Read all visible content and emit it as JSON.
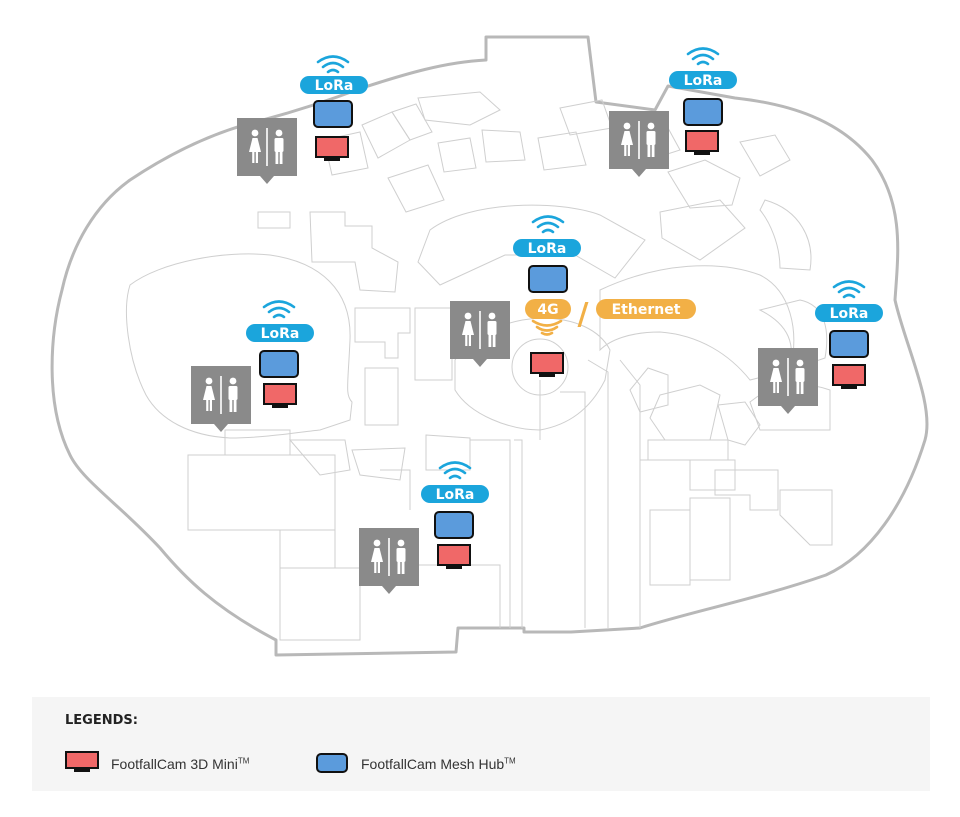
{
  "labels": {
    "lora": "LoRa",
    "g4": "4G",
    "slash": "/",
    "ethernet": "Ethernet"
  },
  "legend": {
    "title": "LEGENDS:",
    "items": [
      {
        "name": "FootfallCam 3D Mini",
        "mark": "TM",
        "color": "#f06868",
        "icon": "3d-mini-icon"
      },
      {
        "name": "FootfallCam Mesh Hub",
        "mark": "TM",
        "color": "#5b9bdc",
        "icon": "mesh-hub-icon"
      }
    ]
  },
  "colors": {
    "lora_badge": "#1ba5dc",
    "wifi": "#1ba5dc",
    "gateway": "#f2b046",
    "restroom": "#8a8a8a",
    "mini": "#f06868",
    "hub": "#5b9bdc",
    "outline": "#b8b8b8"
  },
  "icons": [
    "wifi-icon",
    "restroom-icon",
    "mesh-hub-icon",
    "3d-mini-icon",
    "gateway-signal-icon"
  ]
}
